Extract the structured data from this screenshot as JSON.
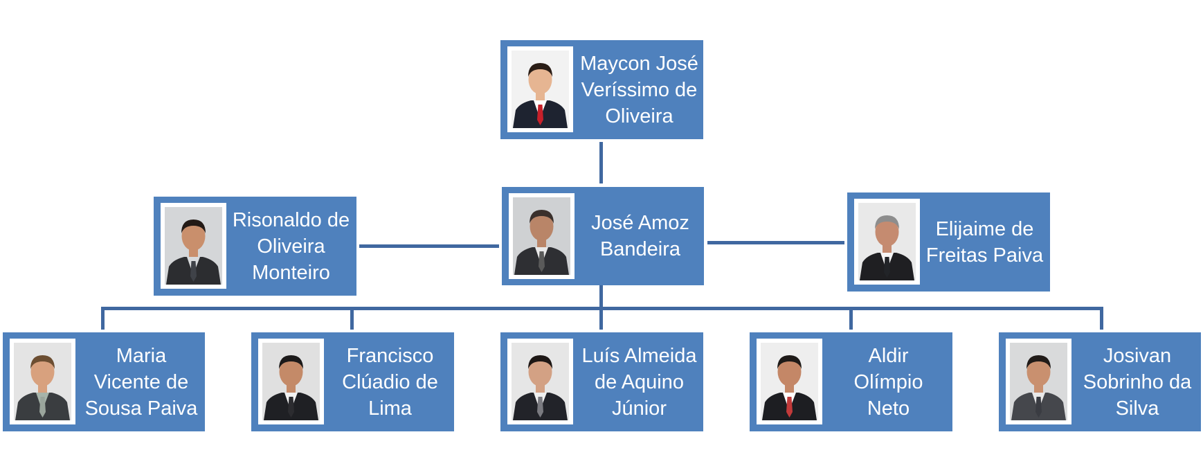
{
  "diagram": {
    "colors": {
      "box": "#4f81bd",
      "connector": "#4068a0",
      "text": "#ffffff"
    },
    "nodes": [
      {
        "id": "maycon",
        "name": "Maycon José\nVeríssimo de\nOliveira",
        "photo": {
          "bg": "#f2f2f2",
          "skin": "#e6b592",
          "hair": "#2a1d16",
          "suit": "#1e2330",
          "shirt": "#ffffff",
          "tie": "#c8202a"
        }
      },
      {
        "id": "jose",
        "name": "José Amoz\nBandeira",
        "photo": {
          "bg": "#cfd1d3",
          "skin": "#b98568",
          "hair": "#3a302c",
          "suit": "#2e2f33",
          "shirt": "#e8e8e8",
          "tie": "#5a5a5a"
        }
      },
      {
        "id": "risonaldo",
        "name": "Risonaldo de\nOliveira\nMonteiro",
        "photo": {
          "bg": "#d4d6d8",
          "skin": "#c98f6c",
          "hair": "#231a16",
          "suit": "#2c2d30",
          "shirt": "#d8dadc",
          "tie": "#3f4248"
        }
      },
      {
        "id": "elijaime",
        "name": "Elijaime de\nFreitas Paiva",
        "photo": {
          "bg": "#e9e9e9",
          "skin": "#c58b70",
          "hair": "#8d8d8d",
          "suit": "#1f1f22",
          "shirt": "#f5f5f5",
          "tie": "#222428"
        }
      },
      {
        "id": "maria",
        "name": "Maria\nVicente de\nSousa Paiva",
        "photo": {
          "bg": "#e4e4e4",
          "skin": "#d8a17e",
          "hair": "#6c4e32",
          "suit": "#3a3d40",
          "shirt": "#a7b4aa",
          "tie": "#9aa59c"
        }
      },
      {
        "id": "francisco",
        "name": "Francisco\nClúadio de\nLima",
        "photo": {
          "bg": "#e0e0e0",
          "skin": "#c48a68",
          "hair": "#1c1a1a",
          "suit": "#1f2024",
          "shirt": "#f2f2f2",
          "tie": "#2c2c30"
        }
      },
      {
        "id": "luis",
        "name": "Luís Almeida\nde Aquino\nJúnior",
        "photo": {
          "bg": "#e6e6e6",
          "skin": "#d3a184",
          "hair": "#1d1715",
          "suit": "#222329",
          "shirt": "#f0f0f0",
          "tie": "#7a7a80"
        }
      },
      {
        "id": "aldir",
        "name": "Aldir\nOlímpio\nNeto",
        "photo": {
          "bg": "#eeeeee",
          "skin": "#c48767",
          "hair": "#1e1a18",
          "suit": "#1d1e22",
          "shirt": "#ffffff",
          "tie": "#c23a3a"
        }
      },
      {
        "id": "josivan",
        "name": "Josivan\nSobrinho da\nSilva",
        "photo": {
          "bg": "#d9dadb",
          "skin": "#c9906f",
          "hair": "#211b18",
          "suit": "#45474c",
          "shirt": "#e9e9e9",
          "tie": "#3a3c42"
        }
      }
    ],
    "edges": [
      {
        "from": "maycon",
        "to": "jose"
      },
      {
        "from": "jose",
        "to": "risonaldo"
      },
      {
        "from": "jose",
        "to": "elijaime"
      },
      {
        "from": "jose",
        "to": "maria"
      },
      {
        "from": "jose",
        "to": "francisco"
      },
      {
        "from": "jose",
        "to": "luis"
      },
      {
        "from": "jose",
        "to": "aldir"
      },
      {
        "from": "jose",
        "to": "josivan"
      }
    ]
  }
}
